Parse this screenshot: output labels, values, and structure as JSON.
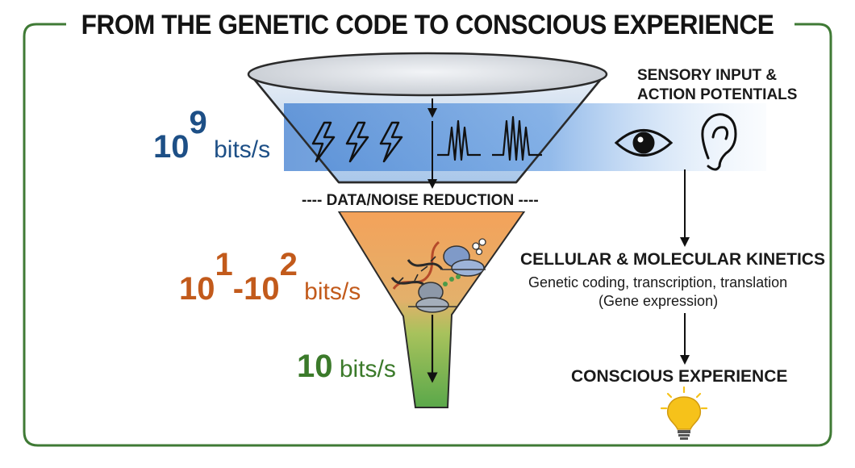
{
  "title": "FROM THE GENETIC CODE TO CONSCIOUS EXPERIENCE",
  "rates": {
    "top": {
      "base": "10",
      "exp": "9",
      "unit": "bits/s"
    },
    "middle": {
      "base1": "10",
      "exp1": "1",
      "dash": "-",
      "base2": "10",
      "exp2": "2",
      "unit": "bits/s"
    },
    "bottom": {
      "base": "10",
      "unit": "bits/s"
    }
  },
  "reduction_label": "---- DATA/NOISE REDUCTION ----",
  "sensory": {
    "line1": "SENSORY INPUT &",
    "line2": "ACTION POTENTIALS"
  },
  "kinetics": {
    "heading": "CELLULAR & MOLECULAR KINETICS",
    "description": "Genetic coding, transcription, translation",
    "sub": "(Gene expression)"
  },
  "conscious_label": "CONSCIOUS EXPERIENCE",
  "icons": [
    "lightning-bolt-icon",
    "spike-train-icon",
    "eye-icon",
    "ear-icon",
    "dna-helix-icon",
    "ribosome-icon",
    "lightbulb-icon"
  ],
  "colors": {
    "frame": "#3f7a35",
    "top_band": "#4a86d6",
    "middle_band": "#f2a15c",
    "bottom_band": "#5aa84a",
    "rate_top": "#1d4f86",
    "rate_middle": "#c25a1b",
    "rate_bottom": "#3b7a2a",
    "bulb": "#f6c21a"
  }
}
